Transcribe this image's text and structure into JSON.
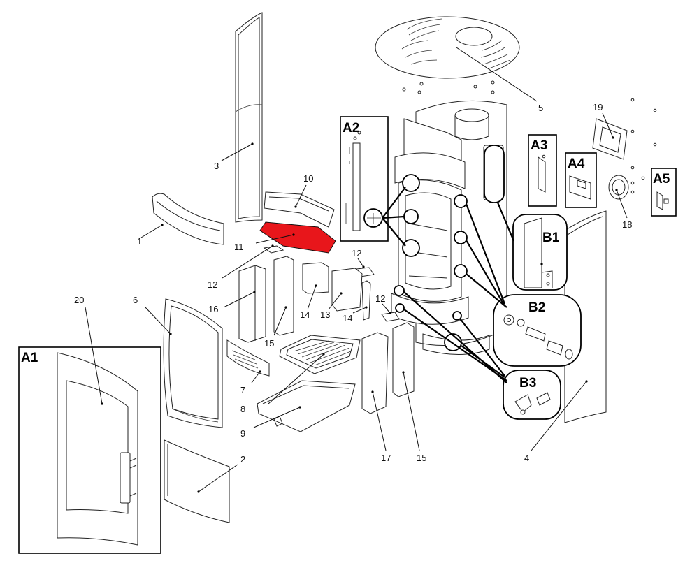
{
  "colors": {
    "highlight": "#e8161b",
    "line": "#111111",
    "background": "#ffffff"
  },
  "part_labels": [
    "1",
    "2",
    "3",
    "4",
    "5",
    "6",
    "7",
    "8",
    "9",
    "10",
    "11",
    "12",
    "12",
    "12",
    "13",
    "14",
    "14",
    "15",
    "15",
    "16",
    "17",
    "18",
    "19",
    "20"
  ],
  "detail_labels": [
    "A1",
    "A2",
    "A3",
    "A4",
    "A5",
    "B1",
    "B2",
    "B3"
  ],
  "highlighted_part": "11"
}
